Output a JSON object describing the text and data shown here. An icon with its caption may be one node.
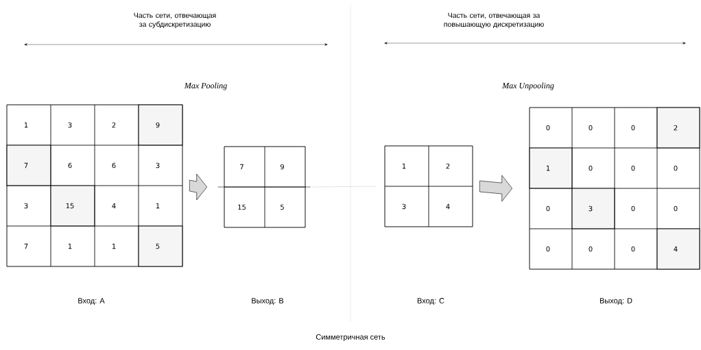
{
  "diagram": {
    "nodes": [
      {
        "text": [
          "1",
          "3",
          "2",
          "9",
          "7",
          "6",
          "6",
          "3",
          "3",
          "15",
          "4",
          "1",
          "7",
          "1",
          "1",
          "5"
        ]
      },
      {
        "text": [
          "7",
          "9",
          "15",
          "5"
        ]
      },
      {
        "text": [
          "1",
          "2",
          "3",
          "4"
        ]
      },
      {
        "text": [
          "0",
          "0",
          "0",
          "2",
          "1",
          "0",
          "0",
          "0",
          "0",
          "3",
          "0",
          "0",
          "0",
          "0",
          "0",
          "4"
        ]
      }
    ],
    "edges": [
      {
        "from": 0,
        "to": 1,
        "arrow": "to",
        "style": "thick"
      },
      {
        "from": 1,
        "to": 2,
        "arrow": "none",
        "style": "dashed"
      },
      {
        "from": 2,
        "to": 3,
        "arrow": "to",
        "style": "thick"
      }
    ],
    "labels": [
      "Часть сети, отвечающая за субдискретизацию",
      "Часть сети, отвечающая за повышающую дискретизацию",
      "Max Pooling",
      "Max Unpooling",
      "Вход: A",
      "Выход: B",
      "Вход: C",
      "Выход: D",
      "Симметричная сеть"
    ]
  }
}
